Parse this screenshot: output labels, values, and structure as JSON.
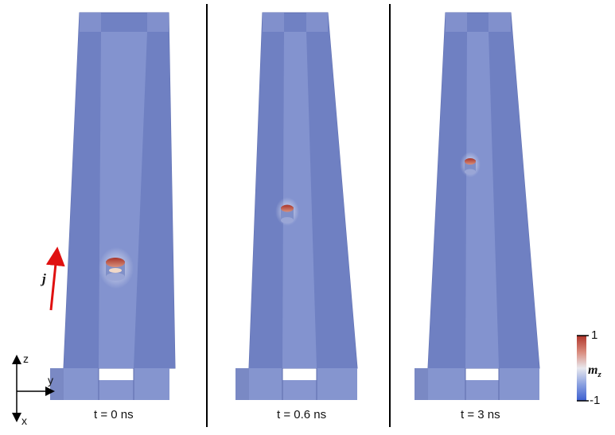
{
  "panels": [
    {
      "label": "t = 0 ns"
    },
    {
      "label": "t = 0.6 ns"
    },
    {
      "label": "t = 3 ns"
    }
  ],
  "axes": {
    "z": "z",
    "y": "y",
    "x": "x"
  },
  "current_label": "j",
  "colorbar": {
    "variable": "m",
    "variable_sub": "z",
    "max_label": "1",
    "min_label": "-1",
    "colors": {
      "top": "#b0342a",
      "mid": "#e8e8ee",
      "bottom": "#3c5fd0"
    }
  },
  "colors": {
    "track": "#7888c8",
    "track_edge": "#5b6aa8",
    "groove": "#8a98d4",
    "arrow": "#e01010"
  }
}
